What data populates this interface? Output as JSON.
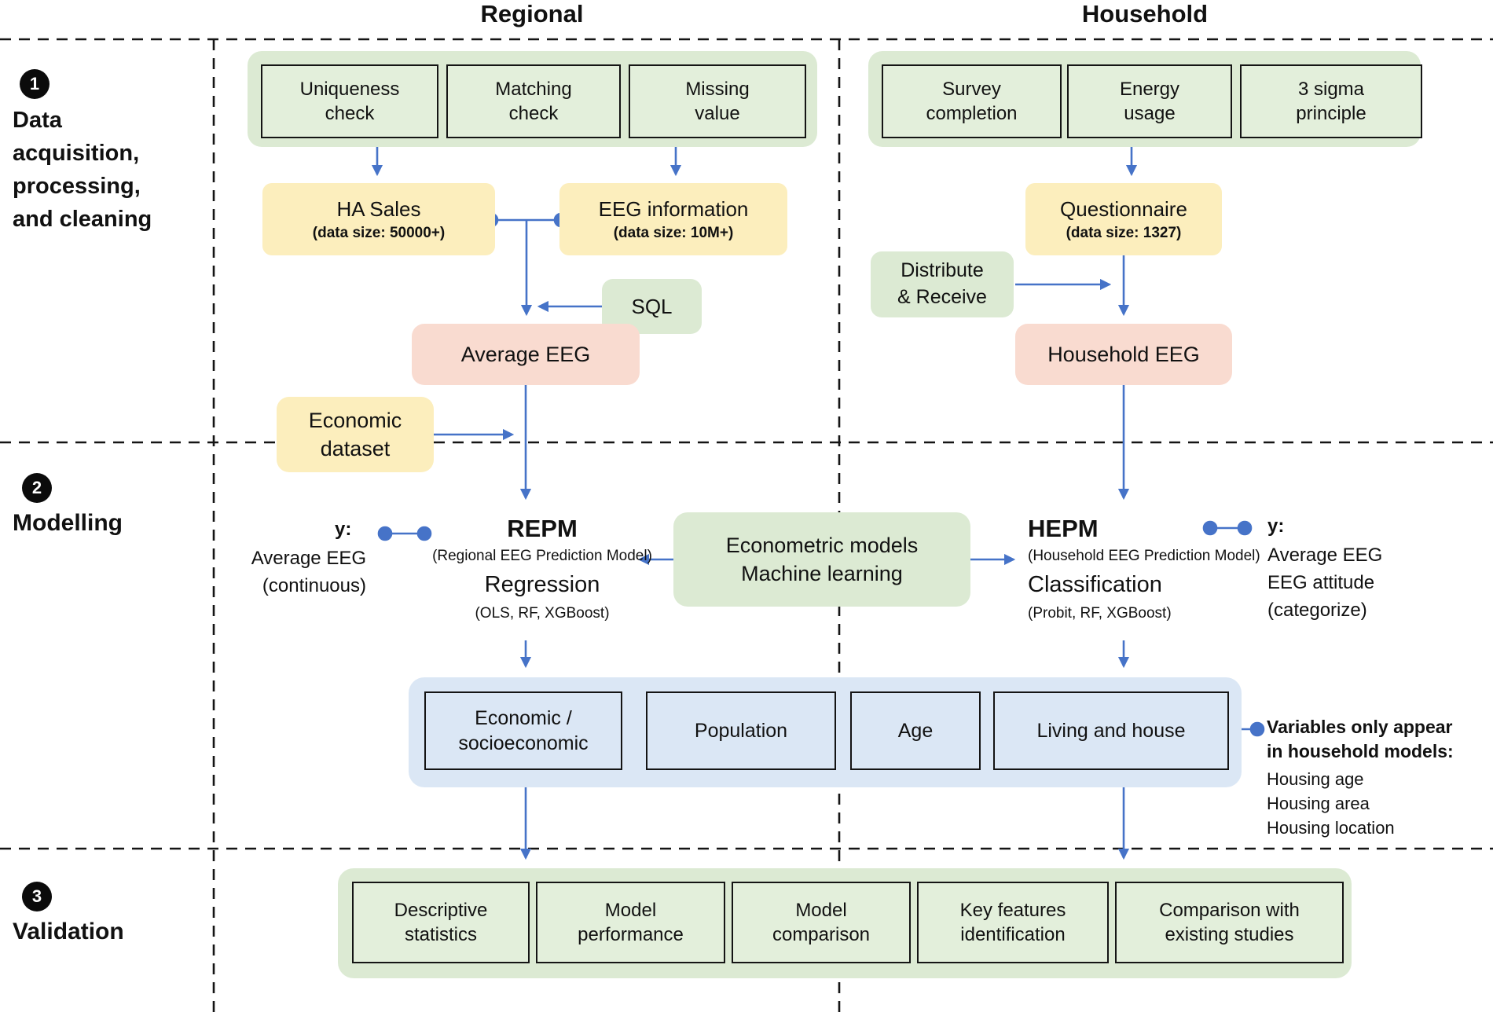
{
  "palette": {
    "arrow_blue": "#4673c8",
    "green_fill": "#dcead3",
    "green_box_fill": "#e3efdb",
    "yellow_fill": "#fceebd",
    "pink_fill": "#f9dbd0",
    "blue_fill": "#dbe7f5",
    "line_black": "#141414"
  },
  "headers": {
    "regional": "Regional",
    "household": "Household"
  },
  "sections": {
    "s1": {
      "number": "1",
      "label": "Data\nacquisition,\nprocessing,\nand cleaning"
    },
    "s2": {
      "number": "2",
      "label": "Modelling"
    },
    "s3": {
      "number": "3",
      "label": "Validation"
    }
  },
  "regional": {
    "checks": [
      "Uniqueness\ncheck",
      "Matching\ncheck",
      "Missing\nvalue"
    ],
    "ha_sales": {
      "title": "HA Sales",
      "subtitle": "(data size: 50000+)"
    },
    "eeg_info": {
      "title": "EEG information",
      "subtitle": "(data size: 10M+)"
    },
    "sql": "SQL",
    "average_eeg": "Average EEG",
    "economic_dataset": "Economic\ndataset",
    "model": {
      "y_label": "y:",
      "y_text": "Average EEG\n(continuous)",
      "name": "REPM",
      "full": "(Regional EEG Prediction Model)",
      "method": "Regression",
      "algos": "(OLS, RF, XGBoost)"
    }
  },
  "household": {
    "checks": [
      "Survey\ncompletion",
      "Energy\nusage",
      "3 sigma\nprinciple"
    ],
    "questionnaire": {
      "title": "Questionnaire",
      "subtitle": "(data size: 1327)"
    },
    "distribute": "Distribute\n& Receive",
    "household_eeg": "Household EEG",
    "model": {
      "name": "HEPM",
      "full": "(Household EEG Prediction Model)",
      "method": "Classification",
      "algos": "(Probit, RF, XGBoost)",
      "y_label": "y:",
      "y_text": "Average EEG\nEEG attitude\n(categorize)"
    }
  },
  "center": {
    "econometric": "Econometric models\nMachine learning"
  },
  "features": {
    "items": [
      "Economic /\nsocioeconomic",
      "Population",
      "Age",
      "Living and house"
    ],
    "note_bold": "Variables only appear\nin household models:",
    "note_items": "Housing age\nHousing area\nHousing location"
  },
  "validation": {
    "items": [
      "Descriptive\nstatistics",
      "Model\nperformance",
      "Model\ncomparison",
      "Key features\nidentification",
      "Comparison with\nexisting studies"
    ]
  }
}
